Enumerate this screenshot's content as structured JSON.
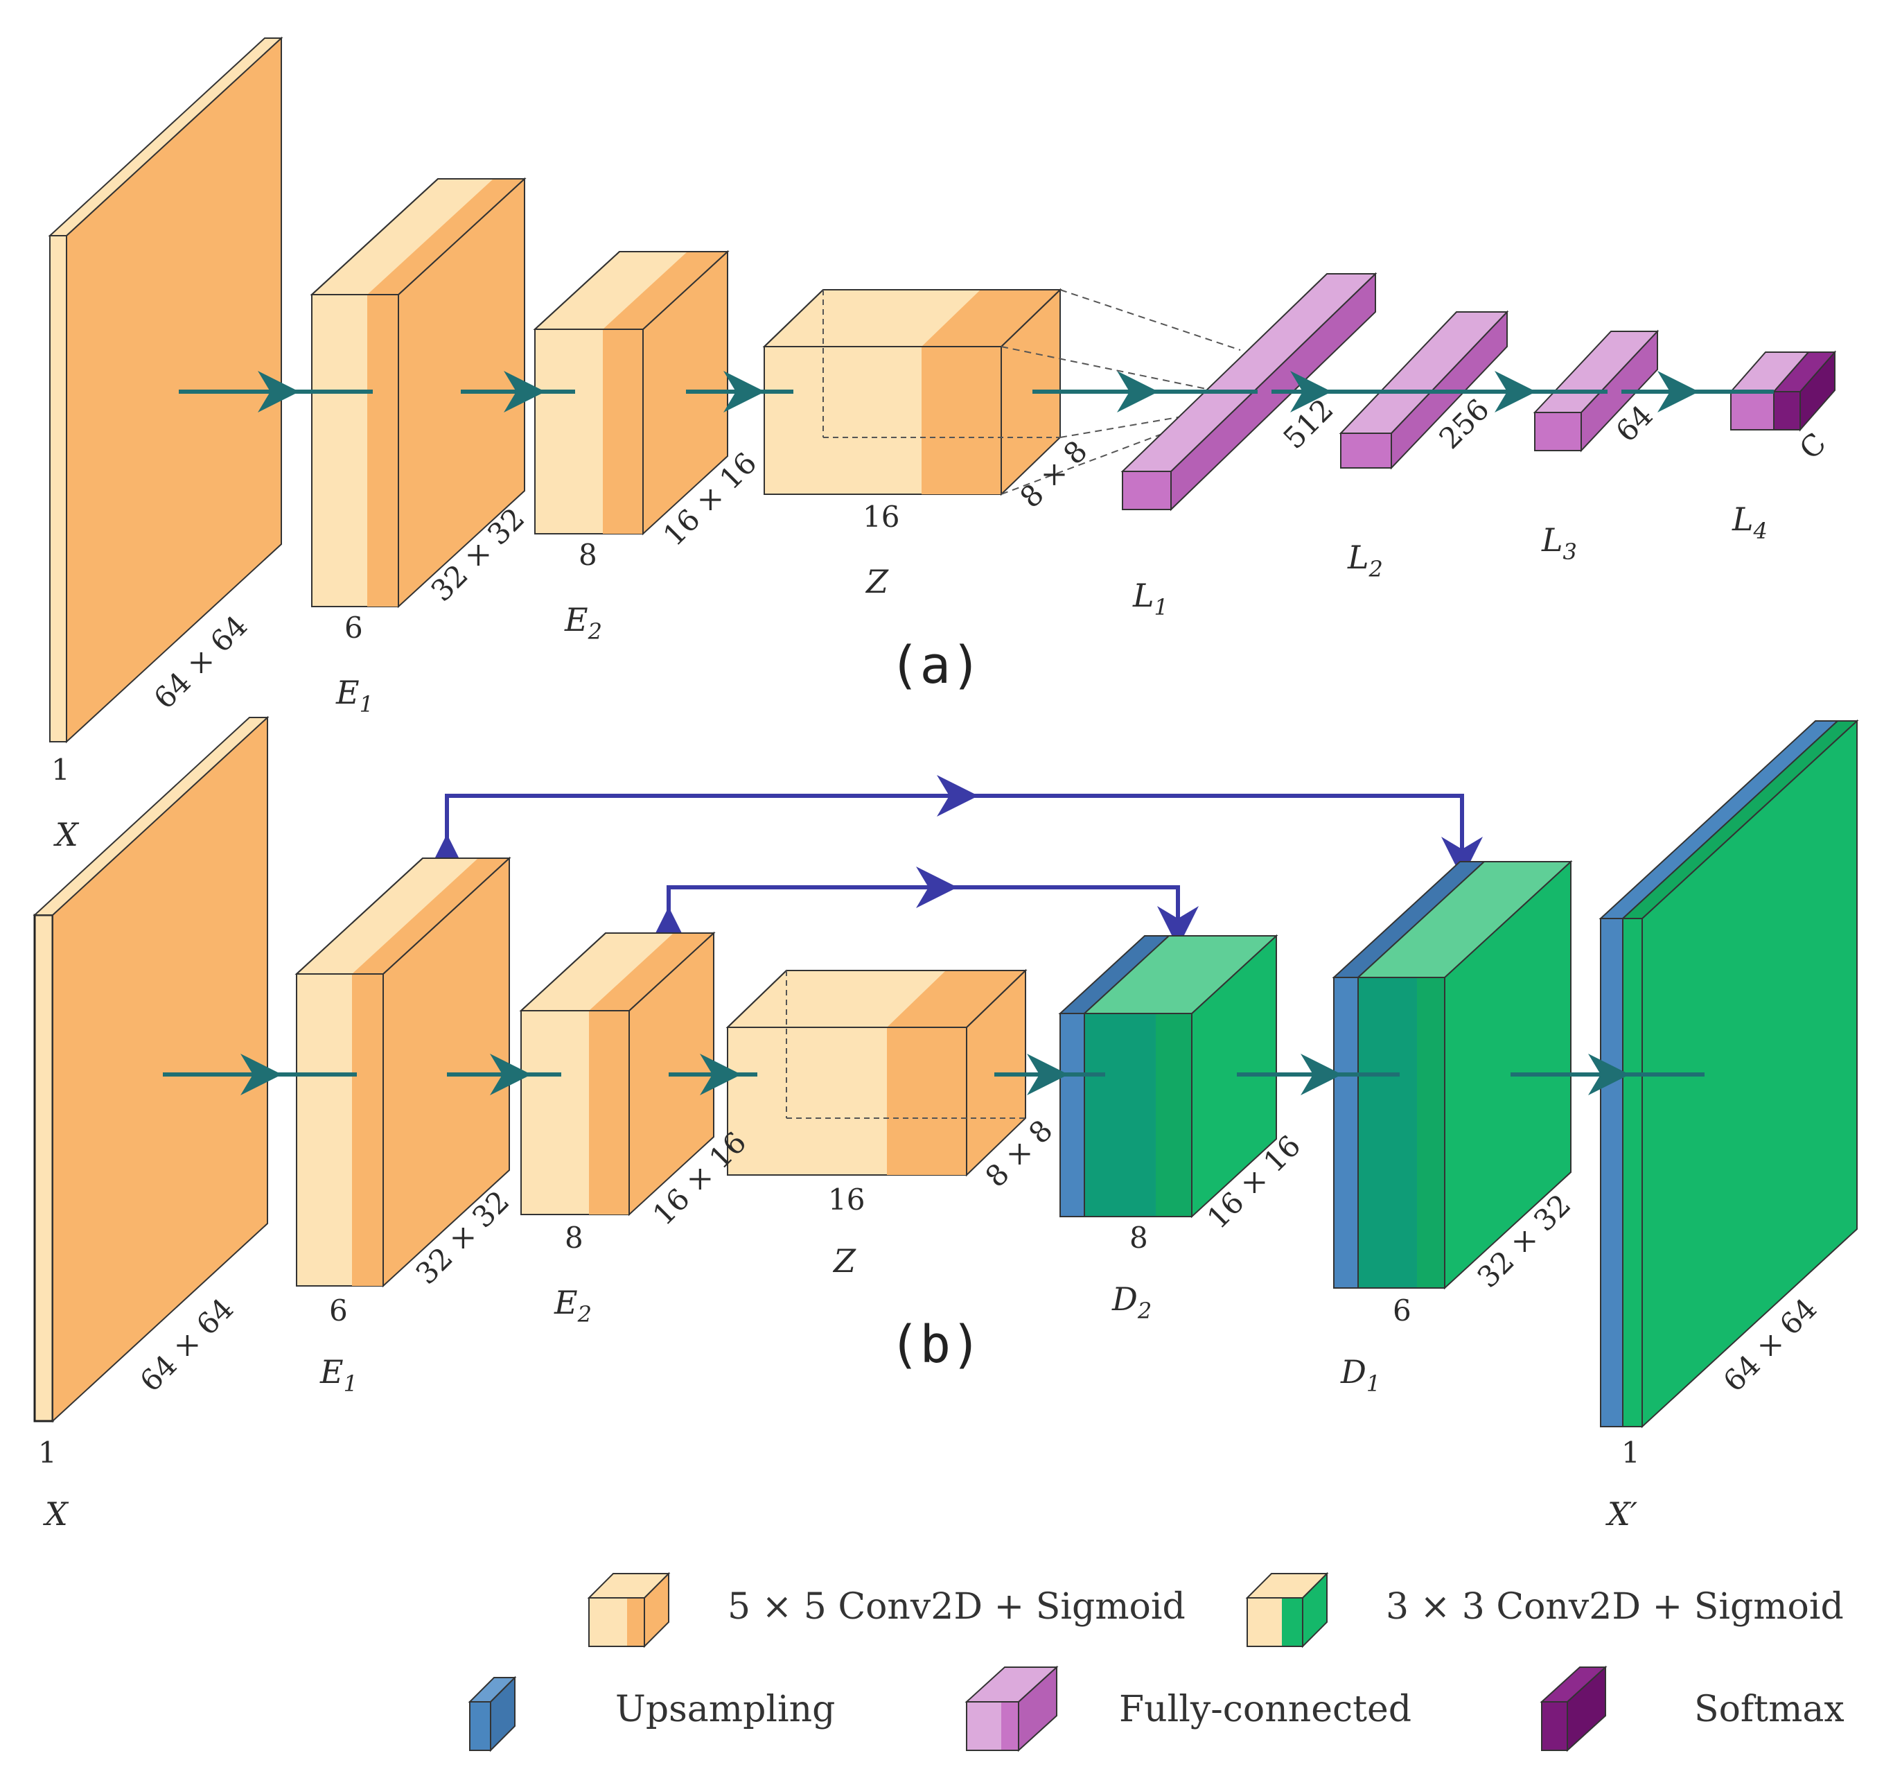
{
  "colors": {
    "orange_dark": "#f9b56c",
    "orange_light": "#fde3b5",
    "green": "#15b86a",
    "blue": "#4a86bf",
    "purple": "#c774c6",
    "purple_dark": "#7a1a7a",
    "arrow_teal": "#1f6f73",
    "arrow_skip": "#3a3aa6"
  },
  "panel_a": {
    "caption": "(a)",
    "labels": {
      "x_label": "X",
      "x_depth": "1",
      "x_size": "64 × 64",
      "e1_label": "E1",
      "e1_depth": "6",
      "e1_size": "32 × 32",
      "e2_label": "E2",
      "e2_depth": "8",
      "e2_size": "16 × 16",
      "z_label": "Z",
      "z_depth": "16",
      "z_size": "8 × 8",
      "l1_label": "L1",
      "l1_size": "512",
      "l2_label": "L2",
      "l2_size": "256",
      "l3_label": "L3",
      "l3_size": "64",
      "l4_label": "L4",
      "l4_size": "C"
    }
  },
  "panel_b": {
    "caption": "(b)",
    "labels": {
      "x_label": "X",
      "x_depth": "1",
      "x_size": "64 × 64",
      "e1_label": "E1",
      "e1_depth": "6",
      "e1_size": "32 × 32",
      "e2_label": "E2",
      "e2_depth": "8",
      "e2_size": "16 × 16",
      "z_label": "Z",
      "z_depth": "16",
      "z_size": "8 × 8",
      "d2_label": "D2",
      "d2_depth": "8",
      "d2_size": "16 × 16",
      "d1_label": "D1",
      "d1_depth": "6",
      "d1_size": "32 × 32",
      "xp_label": "X′",
      "xp_depth": "1",
      "xp_size": "64 × 64"
    }
  },
  "legend": {
    "conv5": "5 × 5 Conv2D + Sigmoid",
    "conv3": "3 × 3 Conv2D + Sigmoid",
    "upsampling": "Upsampling",
    "fully_connected": "Fully-connected",
    "softmax": "Softmax"
  }
}
